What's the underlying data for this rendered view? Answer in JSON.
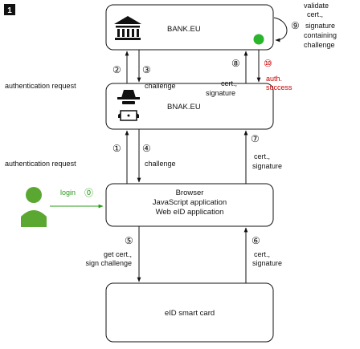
{
  "figure_badge": "1",
  "nodes": {
    "bank": "BANK.EU",
    "bnak": "BNAK.EU",
    "browser": [
      "Browser",
      "JavaScript application",
      "Web eID application"
    ],
    "smartcard": "eID smart card"
  },
  "steps": {
    "s1": {
      "num": "①",
      "label": [
        "authentication request"
      ]
    },
    "s2": {
      "num": "②",
      "label": [
        "authentication request"
      ]
    },
    "s3": {
      "num": "③",
      "label": [
        "challenge"
      ]
    },
    "s4": {
      "num": "④",
      "label": [
        "challenge"
      ]
    },
    "s5": {
      "num": "⑤",
      "label": [
        "get cert.,",
        "sign challenge"
      ]
    },
    "s6": {
      "num": "⑥",
      "label": [
        "cert.,",
        "signature"
      ]
    },
    "s7": {
      "num": "⑦",
      "label": [
        "cert.,",
        "signature"
      ]
    },
    "s8": {
      "num": "⑧",
      "label": [
        "cert.,",
        "signature"
      ]
    },
    "s9": {
      "num": "⑨",
      "label": [
        "validate",
        "cert.,",
        "signature",
        "containing",
        "challenge"
      ]
    },
    "s10": {
      "num": "⑩",
      "label": [
        "auth.",
        "success"
      ]
    },
    "s0": {
      "num": "⓪",
      "label": [
        "login"
      ]
    }
  },
  "icons": {
    "bank": "bank-building-icon",
    "attacker": "hacker-spy-icon",
    "user": "user-person-icon",
    "status": "green-status-dot-icon"
  },
  "colors": {
    "attack_success": "#cc0000",
    "user_login": "#2a9a1a",
    "user_icon": "#5aa832",
    "status_dot": "#2bb52b"
  }
}
